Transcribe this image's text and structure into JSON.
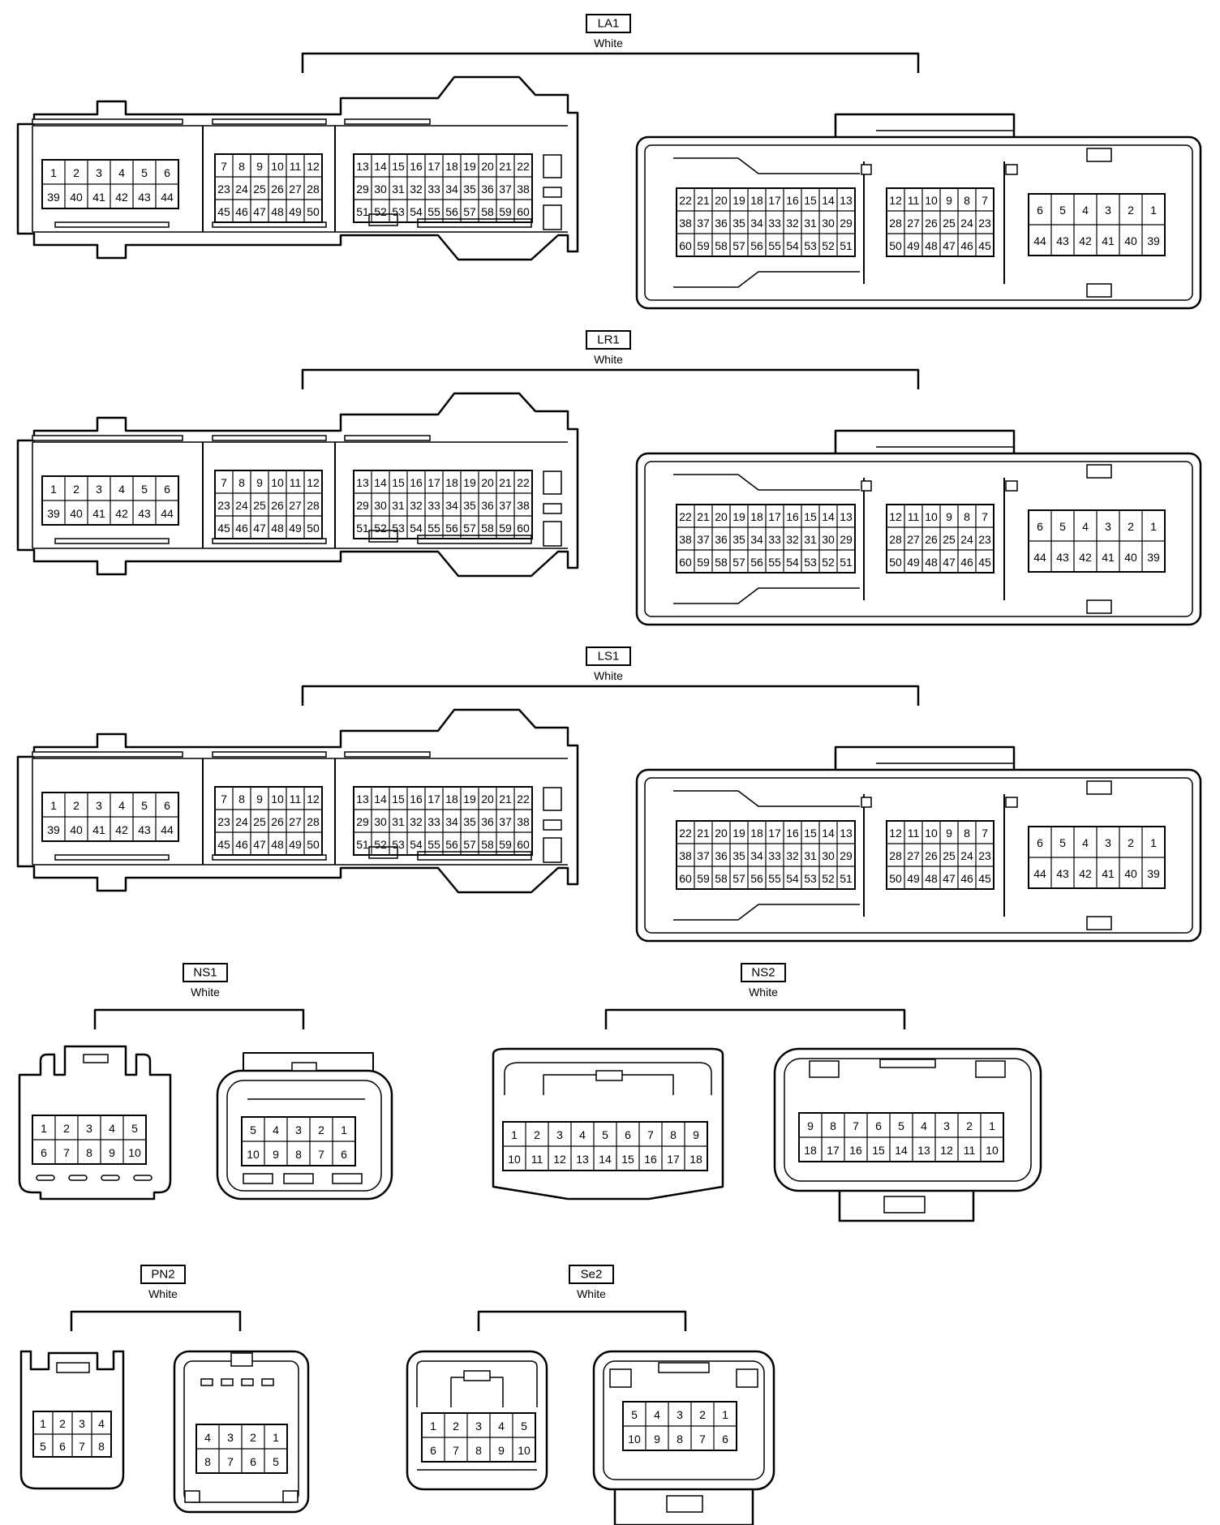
{
  "diagram": {
    "line_color": "#000000",
    "background": "#ffffff",
    "connectors": [
      {
        "id": "LA1",
        "label": "LA1",
        "color": "White",
        "male": {
          "groups": [
            {
              "rows": [
                [
                  "1",
                  "2",
                  "3",
                  "4",
                  "5",
                  "6"
                ],
                [
                  "39",
                  "40",
                  "41",
                  "42",
                  "43",
                  "44"
                ]
              ]
            },
            {
              "rows": [
                [
                  "7",
                  "8",
                  "9",
                  "10",
                  "11",
                  "12"
                ],
                [
                  "23",
                  "24",
                  "25",
                  "26",
                  "27",
                  "28"
                ],
                [
                  "45",
                  "46",
                  "47",
                  "48",
                  "49",
                  "50"
                ]
              ]
            },
            {
              "rows": [
                [
                  "13",
                  "14",
                  "15",
                  "16",
                  "17",
                  "18",
                  "19",
                  "20",
                  "21",
                  "22"
                ],
                [
                  "29",
                  "30",
                  "31",
                  "32",
                  "33",
                  "34",
                  "35",
                  "36",
                  "37",
                  "38"
                ],
                [
                  "51",
                  "52",
                  "53",
                  "54",
                  "55",
                  "56",
                  "57",
                  "58",
                  "59",
                  "60"
                ]
              ]
            }
          ]
        },
        "female": {
          "groups": [
            {
              "rows": [
                [
                  "22",
                  "21",
                  "20",
                  "19",
                  "18",
                  "17",
                  "16",
                  "15",
                  "14",
                  "13"
                ],
                [
                  "38",
                  "37",
                  "36",
                  "35",
                  "34",
                  "33",
                  "32",
                  "31",
                  "30",
                  "29"
                ],
                [
                  "60",
                  "59",
                  "58",
                  "57",
                  "56",
                  "55",
                  "54",
                  "53",
                  "52",
                  "51"
                ]
              ]
            },
            {
              "rows": [
                [
                  "12",
                  "11",
                  "10",
                  "9",
                  "8",
                  "7"
                ],
                [
                  "28",
                  "27",
                  "26",
                  "25",
                  "24",
                  "23"
                ],
                [
                  "50",
                  "49",
                  "48",
                  "47",
                  "46",
                  "45"
                ]
              ]
            },
            {
              "rows": [
                [
                  "6",
                  "5",
                  "4",
                  "3",
                  "2",
                  "1"
                ],
                [
                  "44",
                  "43",
                  "42",
                  "41",
                  "40",
                  "39"
                ]
              ]
            }
          ]
        }
      },
      {
        "id": "LR1",
        "label": "LR1",
        "color": "White",
        "male": {
          "groups": [
            {
              "rows": [
                [
                  "1",
                  "2",
                  "3",
                  "4",
                  "5",
                  "6"
                ],
                [
                  "39",
                  "40",
                  "41",
                  "42",
                  "43",
                  "44"
                ]
              ]
            },
            {
              "rows": [
                [
                  "7",
                  "8",
                  "9",
                  "10",
                  "11",
                  "12"
                ],
                [
                  "23",
                  "24",
                  "25",
                  "26",
                  "27",
                  "28"
                ],
                [
                  "45",
                  "46",
                  "47",
                  "48",
                  "49",
                  "50"
                ]
              ]
            },
            {
              "rows": [
                [
                  "13",
                  "14",
                  "15",
                  "16",
                  "17",
                  "18",
                  "19",
                  "20",
                  "21",
                  "22"
                ],
                [
                  "29",
                  "30",
                  "31",
                  "32",
                  "33",
                  "34",
                  "35",
                  "36",
                  "37",
                  "38"
                ],
                [
                  "51",
                  "52",
                  "53",
                  "54",
                  "55",
                  "56",
                  "57",
                  "58",
                  "59",
                  "60"
                ]
              ]
            }
          ]
        },
        "female": {
          "groups": [
            {
              "rows": [
                [
                  "22",
                  "21",
                  "20",
                  "19",
                  "18",
                  "17",
                  "16",
                  "15",
                  "14",
                  "13"
                ],
                [
                  "38",
                  "37",
                  "36",
                  "35",
                  "34",
                  "33",
                  "32",
                  "31",
                  "30",
                  "29"
                ],
                [
                  "60",
                  "59",
                  "58",
                  "57",
                  "56",
                  "55",
                  "54",
                  "53",
                  "52",
                  "51"
                ]
              ]
            },
            {
              "rows": [
                [
                  "12",
                  "11",
                  "10",
                  "9",
                  "8",
                  "7"
                ],
                [
                  "28",
                  "27",
                  "26",
                  "25",
                  "24",
                  "23"
                ],
                [
                  "50",
                  "49",
                  "48",
                  "47",
                  "46",
                  "45"
                ]
              ]
            },
            {
              "rows": [
                [
                  "6",
                  "5",
                  "4",
                  "3",
                  "2",
                  "1"
                ],
                [
                  "44",
                  "43",
                  "42",
                  "41",
                  "40",
                  "39"
                ]
              ]
            }
          ]
        }
      },
      {
        "id": "LS1",
        "label": "LS1",
        "color": "White",
        "male": {
          "groups": [
            {
              "rows": [
                [
                  "1",
                  "2",
                  "3",
                  "4",
                  "5",
                  "6"
                ],
                [
                  "39",
                  "40",
                  "41",
                  "42",
                  "43",
                  "44"
                ]
              ]
            },
            {
              "rows": [
                [
                  "7",
                  "8",
                  "9",
                  "10",
                  "11",
                  "12"
                ],
                [
                  "23",
                  "24",
                  "25",
                  "26",
                  "27",
                  "28"
                ],
                [
                  "45",
                  "46",
                  "47",
                  "48",
                  "49",
                  "50"
                ]
              ]
            },
            {
              "rows": [
                [
                  "13",
                  "14",
                  "15",
                  "16",
                  "17",
                  "18",
                  "19",
                  "20",
                  "21",
                  "22"
                ],
                [
                  "29",
                  "30",
                  "31",
                  "32",
                  "33",
                  "34",
                  "35",
                  "36",
                  "37",
                  "38"
                ],
                [
                  "51",
                  "52",
                  "53",
                  "54",
                  "55",
                  "56",
                  "57",
                  "58",
                  "59",
                  "60"
                ]
              ]
            }
          ]
        },
        "female": {
          "groups": [
            {
              "rows": [
                [
                  "22",
                  "21",
                  "20",
                  "19",
                  "18",
                  "17",
                  "16",
                  "15",
                  "14",
                  "13"
                ],
                [
                  "38",
                  "37",
                  "36",
                  "35",
                  "34",
                  "33",
                  "32",
                  "31",
                  "30",
                  "29"
                ],
                [
                  "60",
                  "59",
                  "58",
                  "57",
                  "56",
                  "55",
                  "54",
                  "53",
                  "52",
                  "51"
                ]
              ]
            },
            {
              "rows": [
                [
                  "12",
                  "11",
                  "10",
                  "9",
                  "8",
                  "7"
                ],
                [
                  "28",
                  "27",
                  "26",
                  "25",
                  "24",
                  "23"
                ],
                [
                  "50",
                  "49",
                  "48",
                  "47",
                  "46",
                  "45"
                ]
              ]
            },
            {
              "rows": [
                [
                  "6",
                  "5",
                  "4",
                  "3",
                  "2",
                  "1"
                ],
                [
                  "44",
                  "43",
                  "42",
                  "41",
                  "40",
                  "39"
                ]
              ]
            }
          ]
        }
      },
      {
        "id": "NS1",
        "label": "NS1",
        "color": "White",
        "male": {
          "rows": [
            [
              "1",
              "2",
              "3",
              "4",
              "5"
            ],
            [
              "6",
              "7",
              "8",
              "9",
              "10"
            ]
          ]
        },
        "female": {
          "rows": [
            [
              "5",
              "4",
              "3",
              "2",
              "1"
            ],
            [
              "10",
              "9",
              "8",
              "7",
              "6"
            ]
          ]
        }
      },
      {
        "id": "NS2",
        "label": "NS2",
        "color": "White",
        "male": {
          "rows": [
            [
              "1",
              "2",
              "3",
              "4",
              "5",
              "6",
              "7",
              "8",
              "9"
            ],
            [
              "10",
              "11",
              "12",
              "13",
              "14",
              "15",
              "16",
              "17",
              "18"
            ]
          ]
        },
        "female": {
          "rows": [
            [
              "9",
              "8",
              "7",
              "6",
              "5",
              "4",
              "3",
              "2",
              "1"
            ],
            [
              "18",
              "17",
              "16",
              "15",
              "14",
              "13",
              "12",
              "11",
              "10"
            ]
          ]
        }
      },
      {
        "id": "PN2",
        "label": "PN2",
        "color": "White",
        "male": {
          "rows": [
            [
              "1",
              "2",
              "3",
              "4"
            ],
            [
              "5",
              "6",
              "7",
              "8"
            ]
          ]
        },
        "female": {
          "rows": [
            [
              "4",
              "3",
              "2",
              "1"
            ],
            [
              "8",
              "7",
              "6",
              "5"
            ]
          ]
        }
      },
      {
        "id": "Se2",
        "label": "Se2",
        "color": "White",
        "male": {
          "rows": [
            [
              "1",
              "2",
              "3",
              "4",
              "5"
            ],
            [
              "6",
              "7",
              "8",
              "9",
              "10"
            ]
          ]
        },
        "female": {
          "rows": [
            [
              "5",
              "4",
              "3",
              "2",
              "1"
            ],
            [
              "10",
              "9",
              "8",
              "7",
              "6"
            ]
          ]
        }
      }
    ]
  }
}
